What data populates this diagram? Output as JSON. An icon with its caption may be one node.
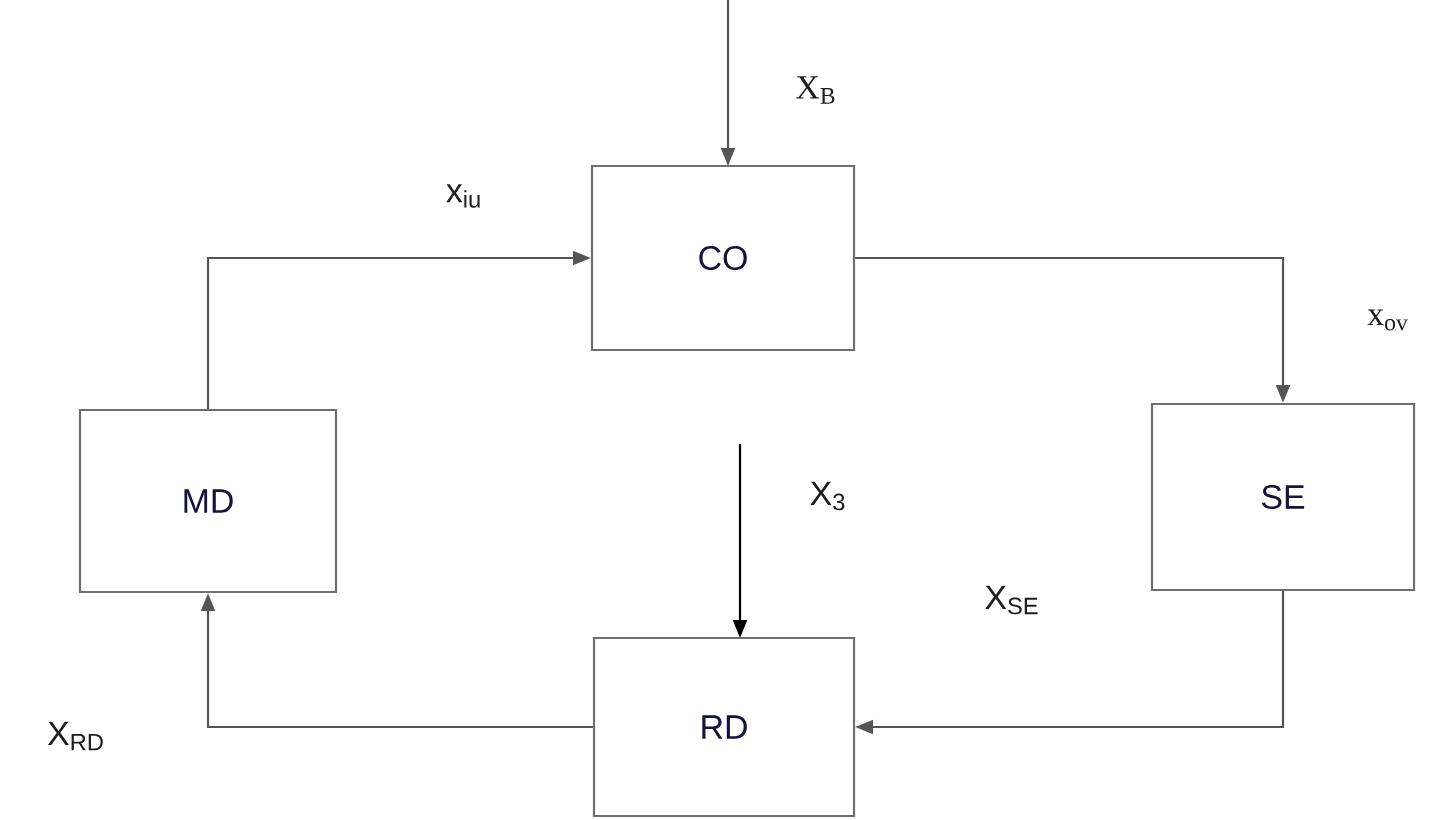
{
  "diagram": {
    "nodes": [
      {
        "text": [
          "CO"
        ]
      },
      {
        "text": [
          "MD"
        ]
      },
      {
        "text": [
          "SE"
        ]
      },
      {
        "text": [
          "RD"
        ]
      }
    ],
    "edges": [
      {
        "from": 1,
        "to": 0,
        "arrow": "to",
        "label": "x$_{iu}$"
      },
      {
        "from": 0,
        "to": 2,
        "arrow": "to",
        "label": "x$_{ov}$"
      },
      {
        "from": 2,
        "to": 3,
        "arrow": "to",
        "label": "X$_{SE}$"
      },
      {
        "from": 3,
        "to": 1,
        "arrow": "to",
        "label": "X$_{RD}$"
      },
      {
        "from": null,
        "to": 0,
        "arrow": "to",
        "label": "X$_{B}$"
      },
      {
        "from": null,
        "to": 3,
        "arrow": "to",
        "label": "X$_{3}$",
        "color": "#000000"
      }
    ]
  }
}
